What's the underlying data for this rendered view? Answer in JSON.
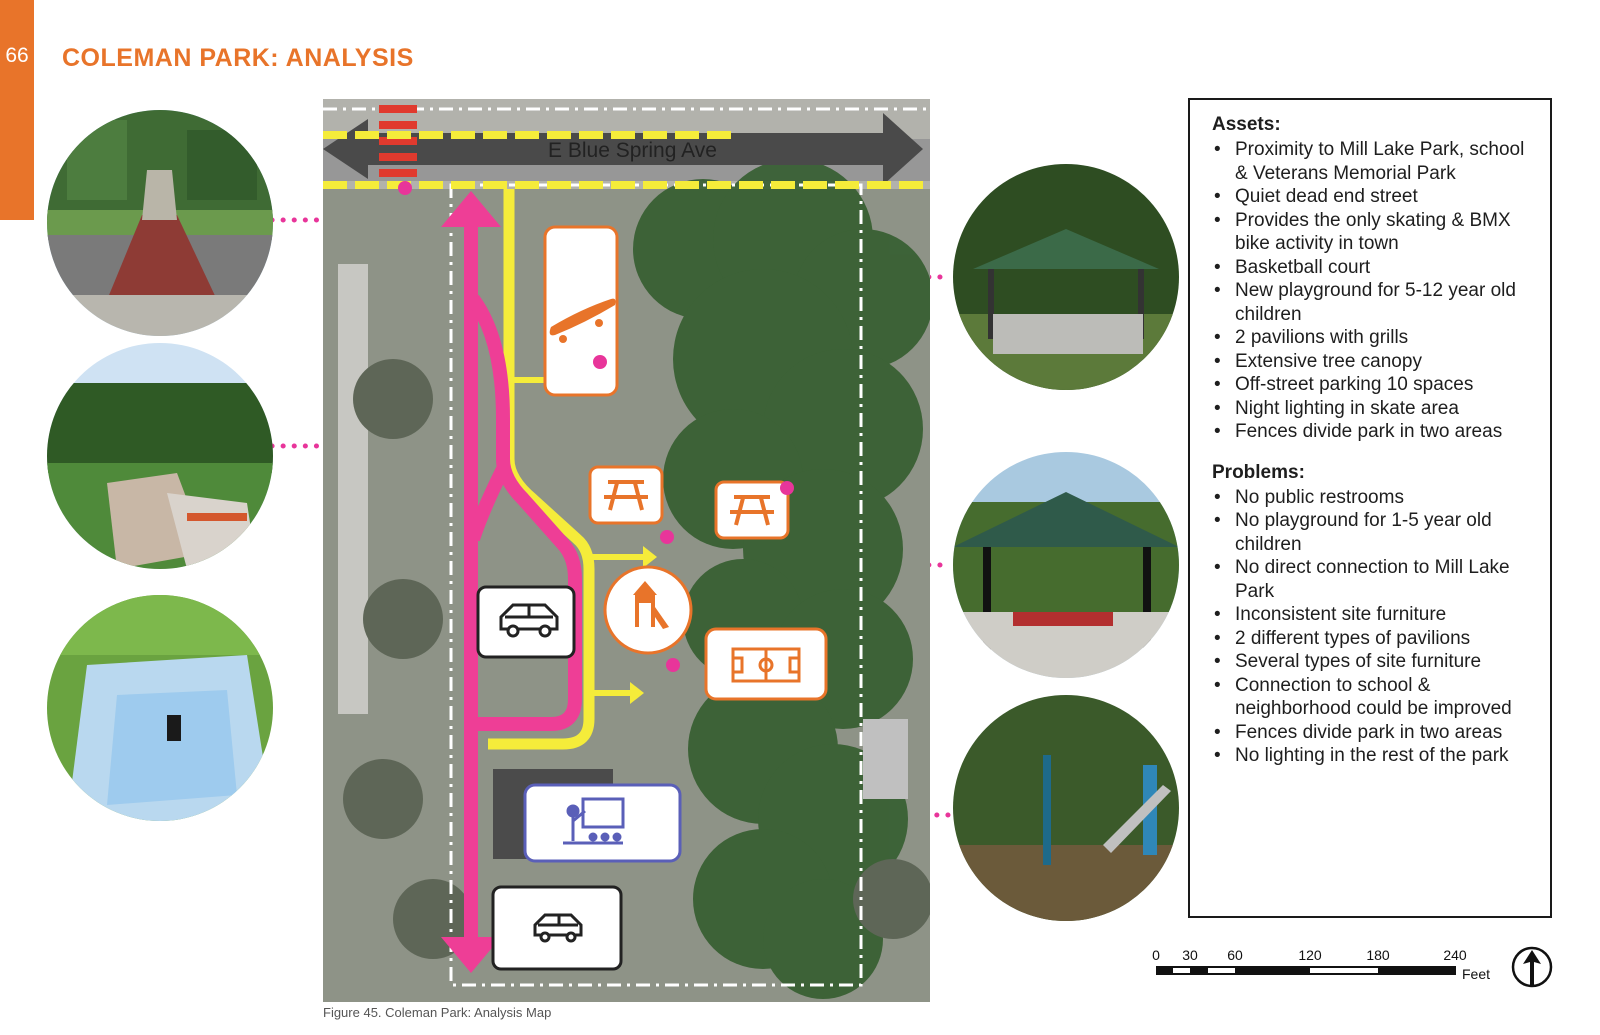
{
  "header": {
    "page_number": "66",
    "title": "COLEMAN PARK: ANALYSIS"
  },
  "map": {
    "street_label": "E Blue Spring Ave",
    "caption": "Figure 45. Coleman Park: Analysis Map",
    "icons": [
      "skateboard-icon",
      "picnic-table-icon",
      "playground-icon",
      "basketball-court-icon",
      "parking-car-icon",
      "school-teacher-icon"
    ]
  },
  "info": {
    "assets_heading": "Assets:",
    "assets": [
      "Proximity to Mill Lake Park, school & Veterans Memorial Park",
      "Quiet dead end street",
      "Provides the only skating & BMX bike activity in town",
      "Basketball court",
      "New playground for 5-12 year old children",
      "2 pavilions with grills",
      "Extensive tree canopy",
      "Off-street parking 10 spaces",
      "Night lighting in skate area",
      "Fences divide park in two areas"
    ],
    "problems_heading": "Problems:",
    "problems": [
      "No public restrooms",
      "No playground for 1-5 year old children",
      "No direct connection to Mill Lake Park",
      "Inconsistent site furniture",
      "2 different types of pavilions",
      "Several types of site furniture",
      "Connection to school & neighborhood could be improved",
      "Fences divide park in two areas",
      "No lighting in the rest of the park"
    ]
  },
  "scale_bar": {
    "ticks": [
      "0",
      "30",
      "60",
      "120",
      "180",
      "240"
    ],
    "unit": "Feet"
  },
  "colors": {
    "accent": "#E8742A",
    "path_pink": "#EE3E96",
    "path_yellow": "#F5EC3A",
    "fence_dots": "#E8359A"
  }
}
